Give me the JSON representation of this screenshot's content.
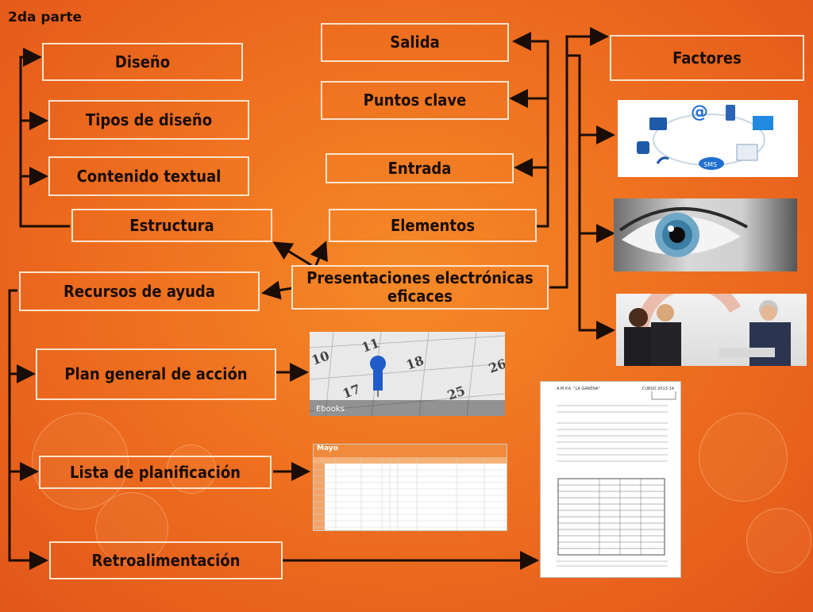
{
  "title": "2da parte",
  "center": "Presentaciones electrónicas eficaces",
  "left": {
    "diseno": "Diseño",
    "tipos": "Tipos de diseño",
    "contenido": "Contenido textual",
    "estructura": "Estructura",
    "recursos": "Recursos de ayuda",
    "plan": "Plan general de acción",
    "lista": "Lista de planificación",
    "retro": "Retroalimentación"
  },
  "middle": {
    "salida": "Salida",
    "puntos": "Puntos clave",
    "entrada": "Entrada",
    "elementos": "Elementos"
  },
  "right": {
    "factores": "Factores"
  },
  "images": {
    "calendar_caption": "Ebooks",
    "planner_header": "Mayo",
    "form_title": "A.M.P.A. \"LA GARENA\"",
    "form_course": "CURSO 2013-14",
    "icon_label_sms": "SMS",
    "icon_label_at": "@"
  },
  "colors": {
    "box_border": "#fbe3cc",
    "arrow": "#1a0d05",
    "bg": "#ef7120"
  }
}
